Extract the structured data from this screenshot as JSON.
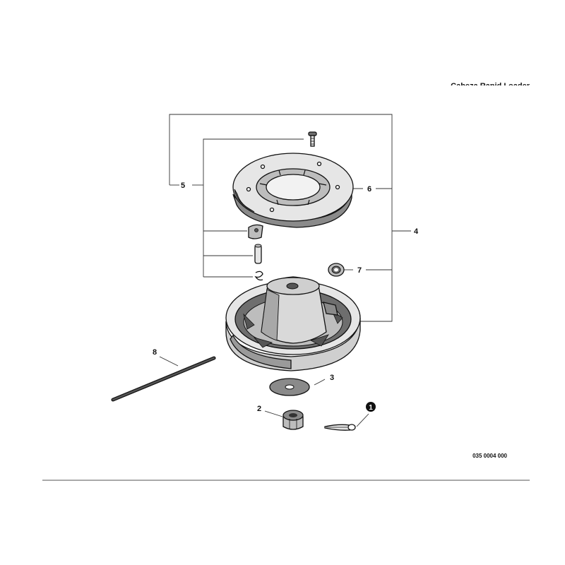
{
  "title": "Cabeza Rapid Loader",
  "diagram_ref": "035 0004 000",
  "callouts": {
    "c1": "1",
    "c2": "2",
    "c3": "3",
    "c4": "4",
    "c5": "5",
    "c6": "6",
    "c7": "7",
    "c8": "8"
  },
  "colors": {
    "line": "#111111",
    "fill_light": "#e6e6e6",
    "fill_mid": "#bdbdbd",
    "fill_dark": "#6e6e6e"
  }
}
